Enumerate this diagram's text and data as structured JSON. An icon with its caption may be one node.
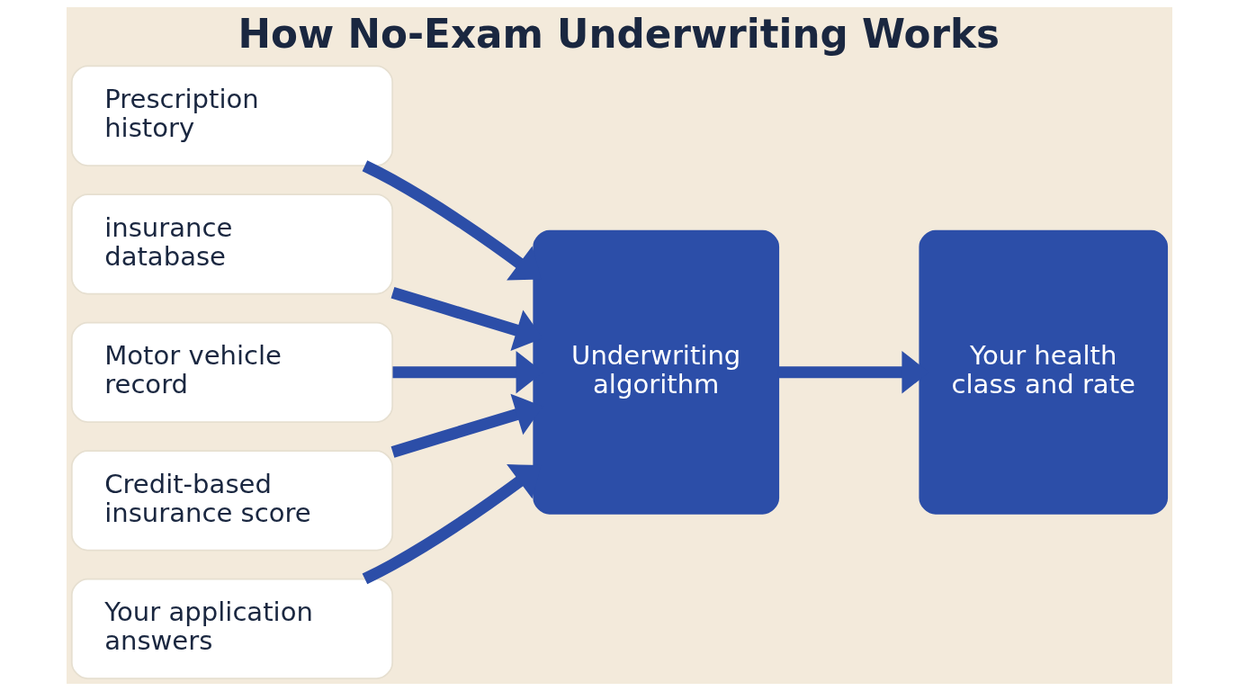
{
  "diagram": {
    "title": "How No-Exam Underwriting Works",
    "nodes": [
      {
        "text": [
          "Prescription history"
        ]
      },
      {
        "text": [
          "insurance database"
        ]
      },
      {
        "text": [
          "Motor vehicle record"
        ]
      },
      {
        "text": [
          "Credit-based insurance score"
        ]
      },
      {
        "text": [
          "Your application answers"
        ]
      },
      {
        "text": [
          "Underwriting algorithm"
        ]
      },
      {
        "text": [
          "Your health class and rate"
        ]
      }
    ],
    "edges": [
      {
        "from": 0,
        "to": 5,
        "arrow": "to"
      },
      {
        "from": 1,
        "to": 5,
        "arrow": "to"
      },
      {
        "from": 2,
        "to": 5,
        "arrow": "to"
      },
      {
        "from": 3,
        "to": 5,
        "arrow": "to"
      },
      {
        "from": 4,
        "to": 5,
        "arrow": "to"
      },
      {
        "from": 5,
        "to": 6,
        "arrow": "to"
      }
    ]
  }
}
